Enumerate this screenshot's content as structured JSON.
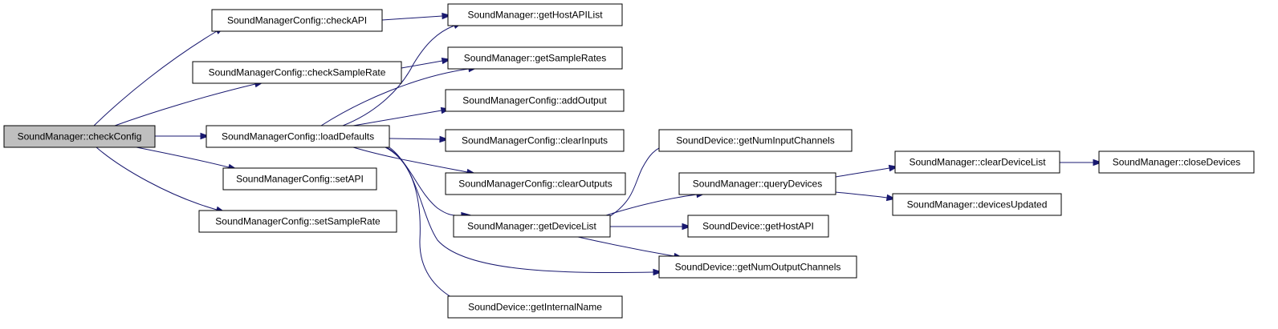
{
  "diagram": {
    "type": "call-graph",
    "edge_color": "#191970",
    "root_fill": "#bfbfbf",
    "nodes": [
      {
        "id": "n0",
        "label": "SoundManager::checkConfig",
        "root": true
      },
      {
        "id": "n1",
        "label": "SoundManagerConfig::checkAPI"
      },
      {
        "id": "n2",
        "label": "SoundManager::getHostAPIList"
      },
      {
        "id": "n3",
        "label": "SoundManagerConfig::checkSampleRate"
      },
      {
        "id": "n4",
        "label": "SoundManager::getSampleRates"
      },
      {
        "id": "n5",
        "label": "SoundManagerConfig::loadDefaults"
      },
      {
        "id": "n6",
        "label": "SoundManagerConfig::addOutput"
      },
      {
        "id": "n7",
        "label": "SoundManagerConfig::clearInputs"
      },
      {
        "id": "n8",
        "label": "SoundManagerConfig::clearOutputs"
      },
      {
        "id": "n9",
        "label": "SoundManager::getDeviceList"
      },
      {
        "id": "n10",
        "label": "SoundDevice::getNumOutputChannels"
      },
      {
        "id": "n11",
        "label": "SoundDevice::getInternalName"
      },
      {
        "id": "n12",
        "label": "SoundManagerConfig::setAPI"
      },
      {
        "id": "n13",
        "label": "SoundManagerConfig::setSampleRate"
      },
      {
        "id": "n14",
        "label": "SoundDevice::getNumInputChannels"
      },
      {
        "id": "n15",
        "label": "SoundManager::queryDevices"
      },
      {
        "id": "n16",
        "label": "SoundDevice::getHostAPI"
      },
      {
        "id": "n17",
        "label": "SoundManager::clearDeviceList"
      },
      {
        "id": "n18",
        "label": "SoundManager::devicesUpdated"
      },
      {
        "id": "n19",
        "label": "SoundManager::closeDevices"
      }
    ],
    "edges": [
      {
        "from": "n0",
        "to": "n1"
      },
      {
        "from": "n0",
        "to": "n3"
      },
      {
        "from": "n0",
        "to": "n5"
      },
      {
        "from": "n0",
        "to": "n12"
      },
      {
        "from": "n0",
        "to": "n13"
      },
      {
        "from": "n1",
        "to": "n2"
      },
      {
        "from": "n3",
        "to": "n4"
      },
      {
        "from": "n5",
        "to": "n2"
      },
      {
        "from": "n5",
        "to": "n4"
      },
      {
        "from": "n5",
        "to": "n6"
      },
      {
        "from": "n5",
        "to": "n7"
      },
      {
        "from": "n5",
        "to": "n8"
      },
      {
        "from": "n5",
        "to": "n9"
      },
      {
        "from": "n5",
        "to": "n10"
      },
      {
        "from": "n5",
        "to": "n11"
      },
      {
        "from": "n9",
        "to": "n14"
      },
      {
        "from": "n9",
        "to": "n15"
      },
      {
        "from": "n9",
        "to": "n16"
      },
      {
        "from": "n9",
        "to": "n10"
      },
      {
        "from": "n15",
        "to": "n17"
      },
      {
        "from": "n15",
        "to": "n18"
      },
      {
        "from": "n17",
        "to": "n19"
      }
    ]
  }
}
